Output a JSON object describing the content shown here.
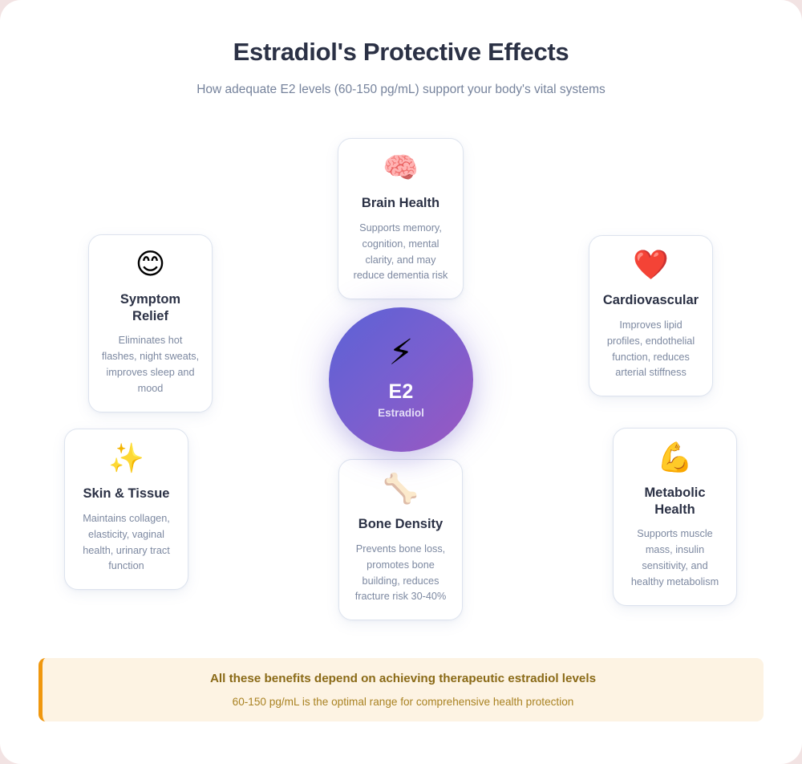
{
  "header": {
    "title": "Estradiol's Protective Effects",
    "subtitle": "How adequate E2 levels (60-150 pg/mL) support your body's vital systems"
  },
  "center": {
    "icon": "high-voltage",
    "icon_glyph": "⚡",
    "label": "E2",
    "sublabel": "Estradiol",
    "gradient_start": "#5B62D6",
    "gradient_end": "#9C57C0"
  },
  "cards": [
    {
      "id": "brain",
      "icon": "brain",
      "icon_glyph": "🧠",
      "title": "Brain Health",
      "description": "Supports memory, cognition, mental clarity, and may reduce dementia risk"
    },
    {
      "id": "symptom",
      "icon": "smiling-face-with-smiling-eyes",
      "icon_glyph": "😊",
      "title": "Symptom Relief",
      "description": "Eliminates hot flashes, night sweats, improves sleep and mood"
    },
    {
      "id": "cardio",
      "icon": "red-heart",
      "icon_glyph": "❤️",
      "title": "Cardiovascular",
      "description": "Improves lipid profiles, endothelial function, reduces arterial stiffness"
    },
    {
      "id": "skin",
      "icon": "sparkles",
      "icon_glyph": "✨",
      "title": "Skin & Tissue",
      "description": "Maintains collagen, elasticity, vaginal health, urinary tract function"
    },
    {
      "id": "metabolic",
      "icon": "flexed-biceps",
      "icon_glyph": "💪",
      "title": "Metabolic Health",
      "description": "Supports muscle mass, insulin sensitivity, and healthy metabolism"
    },
    {
      "id": "bone",
      "icon": "bone",
      "icon_glyph": "🦴",
      "title": "Bone Density",
      "description": "Prevents bone loss, promotes bone building, reduces fracture risk 30-40%"
    }
  ],
  "footer": {
    "main": "All these benefits depend on achieving therapeutic estradiol levels",
    "sub": "60-150 pg/mL is the optimal range for comprehensive health protection",
    "accent_color": "#F0970E",
    "background_color": "#FDF3E3"
  },
  "theme": {
    "page_background": "#FFFFFF",
    "outer_background": "#F2E3E3",
    "title_color": "#2B3145",
    "muted_text_color": "#7D89A1",
    "card_border_color": "#DDE3EE"
  }
}
